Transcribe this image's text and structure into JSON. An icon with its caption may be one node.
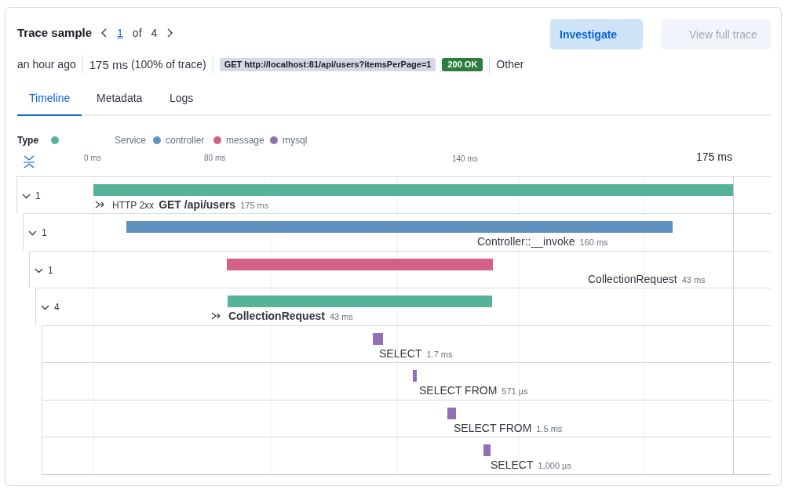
{
  "diagram": {
    "nodes": [
      {
        "text": [
          "1",
          "HTTP 2xx",
          "GET /api/users",
          "175 ms"
        ]
      },
      {
        "text": [
          "1",
          "Controller::__invoke",
          "160 ms"
        ]
      },
      {
        "text": [
          "1",
          "CollectionRequest",
          "43 ms"
        ]
      },
      {
        "text": [
          "4",
          "CollectionRequest",
          "43 ms"
        ]
      },
      {
        "text": [
          "SELECT",
          "1.7 ms"
        ]
      },
      {
        "text": [
          "SELECT FROM",
          "571 µs"
        ]
      },
      {
        "text": [
          "SELECT FROM",
          "1.5 ms"
        ]
      },
      {
        "text": [
          "SELECT",
          "1,000 µs"
        ]
      }
    ],
    "labels": [
      "Trace sample",
      "1",
      "of",
      "4",
      "Investigate",
      "View full trace",
      "an hour ago",
      "175 ms",
      "(100% of trace)",
      "GET http://localhost:81/api/users?itemsPerPage=1",
      "200 OK",
      "Other",
      "Timeline",
      "Metadata",
      "Logs",
      "Type",
      "0 ms",
      "80 ms",
      "140 ms",
      "175 ms"
    ],
    "legend": [
      {
        "text": "Service",
        "color": "#54b399"
      },
      {
        "text": "controller",
        "color": "#6092c0"
      },
      {
        "text": "message",
        "color": "#d36086"
      },
      {
        "text": "mysql",
        "color": "#9170b8"
      }
    ]
  }
}
